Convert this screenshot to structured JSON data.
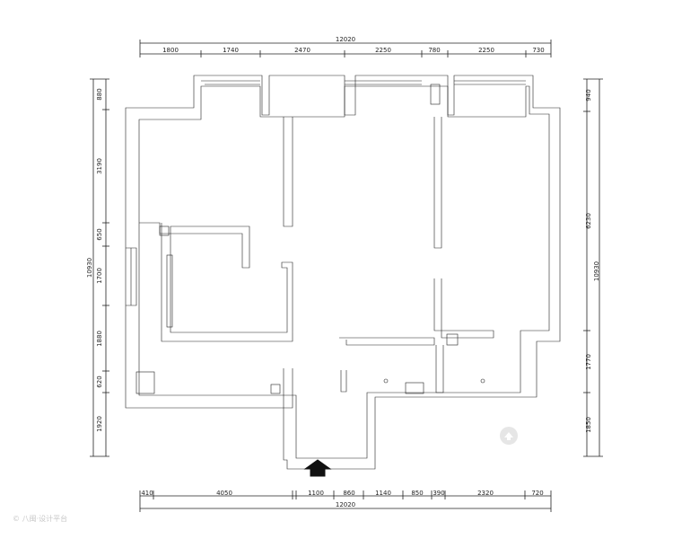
{
  "dimensions": {
    "top": {
      "overall": "12020",
      "segments": [
        "1800",
        "1740",
        "2470",
        "2250",
        "780",
        "2250",
        "730"
      ]
    },
    "bottom": {
      "overall": "12020",
      "segments": [
        "410",
        "4050",
        "1100",
        "860",
        "1140",
        "850",
        "390",
        "2320",
        "720"
      ]
    },
    "left": {
      "overall": "10930",
      "segments": [
        "880",
        "3190",
        "650",
        "1700",
        "1880",
        "620",
        "1920"
      ]
    },
    "right": {
      "overall": "10930",
      "segments": [
        "940",
        "6230",
        "1770",
        "1850"
      ]
    }
  },
  "watermark": "© 八闽·设计平台",
  "entrance_arrow": "entrance-arrow",
  "colors": {
    "line": "#222222",
    "background": "#ffffff",
    "watermark": "#c8c8c8"
  }
}
